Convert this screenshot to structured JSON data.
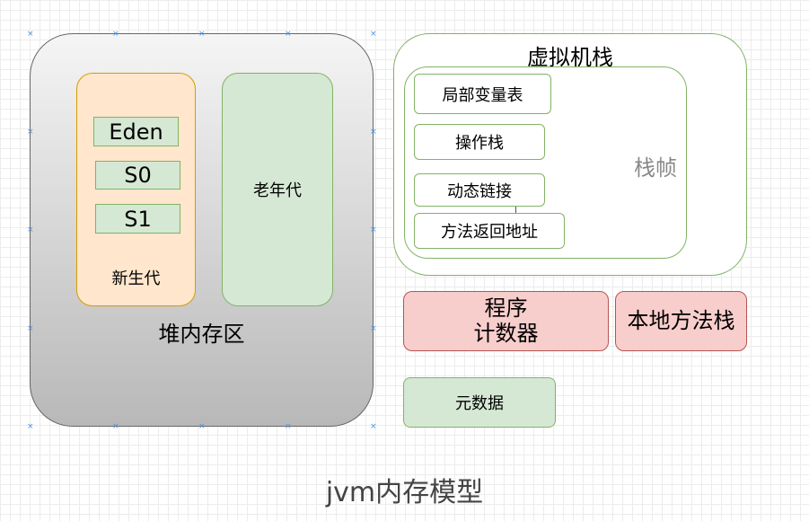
{
  "heap": {
    "label": "堆内存区",
    "young": {
      "label": "新生代",
      "spaces": [
        "Eden",
        "S0",
        "S1"
      ]
    },
    "old": {
      "label": "老年代"
    }
  },
  "vm_stack": {
    "label": "虚拟机栈",
    "frame": {
      "label": "栈帧",
      "items": [
        "局部变量表",
        "操作栈",
        "动态链接",
        "方法返回地址"
      ]
    }
  },
  "pc_register": {
    "line1": "程序",
    "line2": "计数器"
  },
  "native_stack": {
    "label": "本地方法栈"
  },
  "metadata": {
    "label": "元数据"
  },
  "caption": "jvm内存模型",
  "colors": {
    "green_fill": "#d5e8d4",
    "green_border": "#82b366",
    "orange_fill": "#ffe6cc",
    "orange_border": "#d79b00",
    "red_fill": "#f8cecc",
    "red_border": "#b85450",
    "selection_handle": "#4a90e2"
  },
  "icons": [
    "selection-handle-icon"
  ]
}
